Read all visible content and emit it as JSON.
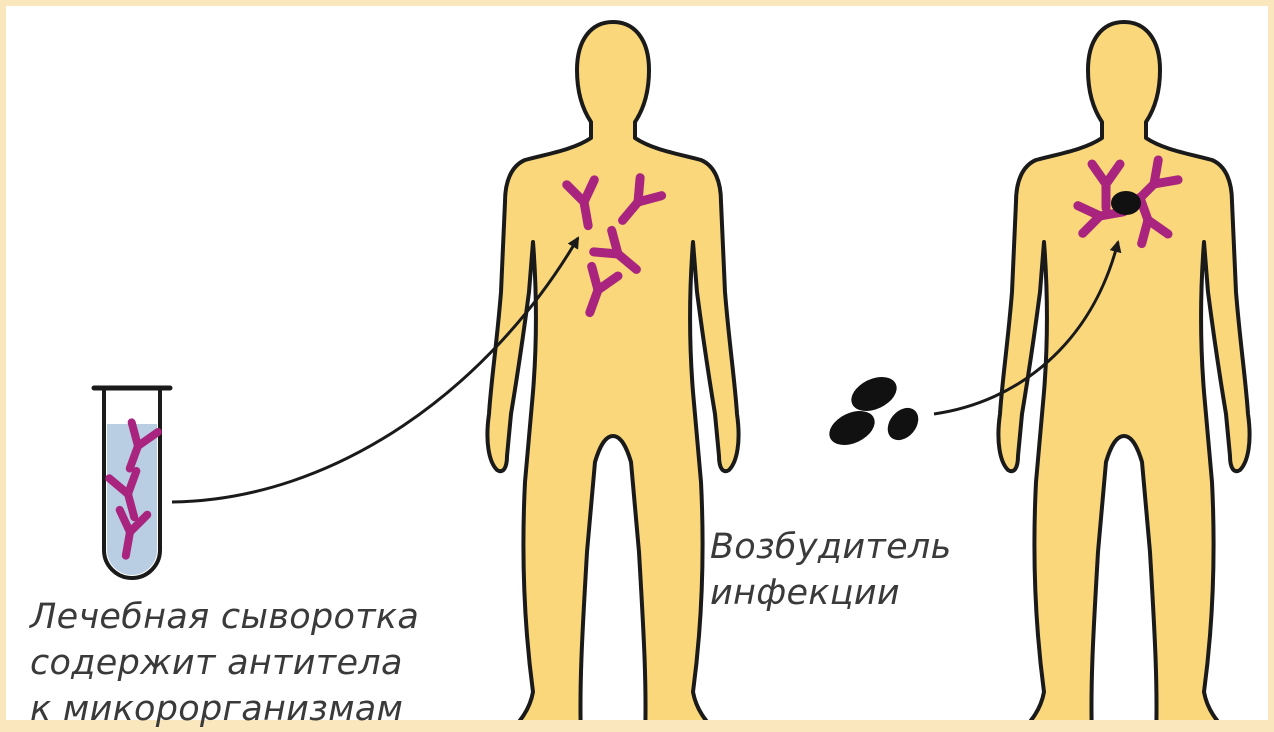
{
  "serum_caption": {
    "line1": "Лечебная сыворотка",
    "line2": "содержит антитела",
    "line3": "к микорорганизмам"
  },
  "pathogen_caption": {
    "line1": "Возбудитель",
    "line2": "инфекции"
  },
  "colors": {
    "frame": "#fbe7bd",
    "body_fill": "#f9d77a",
    "antibody": "#a8247e",
    "tube_liquid": "#b9cde3",
    "pathogen": "#111111",
    "outline": "#1a1a1a"
  },
  "icons": [
    "test-tube-icon",
    "antibody-icon",
    "human-body-icon",
    "pathogen-icon",
    "arrow-icon"
  ]
}
